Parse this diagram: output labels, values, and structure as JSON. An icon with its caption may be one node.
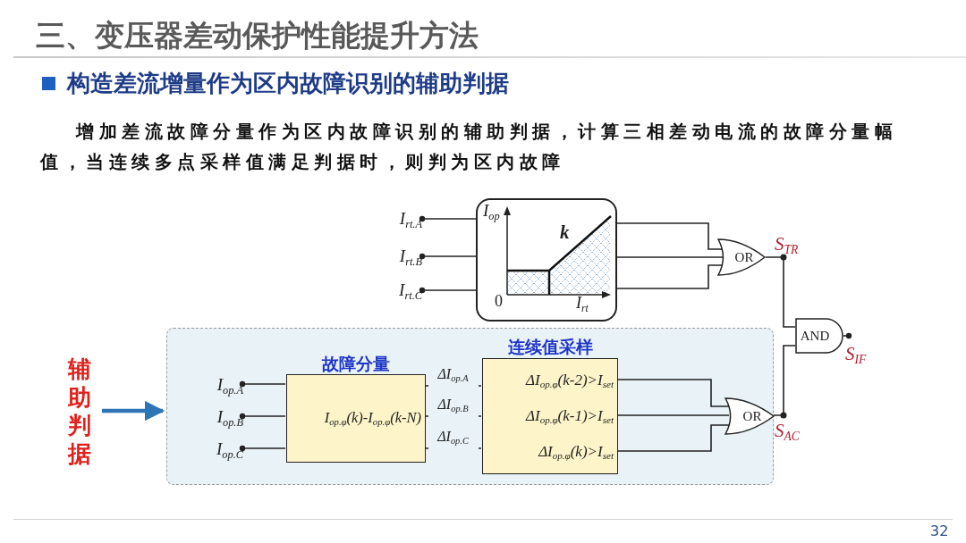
{
  "diagram": {
    "title": "三、变压器差动保护性能提升方法",
    "nodes": [
      {
        "text": [
          "I$_{rt.A}$"
        ]
      },
      {
        "text": [
          "I$_{rt.B}$"
        ]
      },
      {
        "text": [
          "I$_{rt.C}$"
        ]
      },
      {
        "text": [
          "I$_{op}$",
          "k",
          "0",
          "I$_{rt}$"
        ]
      },
      {
        "text": [
          "OR"
        ],
        "beside": [
          "S$_{TR}$"
        ]
      },
      {
        "text": [
          "AND"
        ]
      },
      {
        "text": [
          "S$_{IF}$"
        ]
      },
      {
        "text": [
          "辅助判据"
        ]
      },
      {
        "text": [],
        "shape": "box"
      },
      {
        "text": [
          "I$_{op.A}$"
        ],
        "in": 8
      },
      {
        "text": [
          "I$_{op.B}$"
        ],
        "in": 8
      },
      {
        "text": [
          "I$_{op.C}$"
        ],
        "in": 8
      },
      {
        "text": [
          "故障分量",
          "I$_{op.φ}$(k)-I$_{op.φ}$(k-N)"
        ],
        "in": 8
      },
      {
        "text": [
          "连续值采样",
          "ΔI$_{op.φ}$(k-2)>I$_{set}$",
          "ΔI$_{op.φ}$(k-1)>I$_{set}$",
          "ΔI$_{op.φ}$(k)>I$_{set}$"
        ],
        "in": 8
      },
      {
        "text": [
          "OR"
        ],
        "in": 8,
        "beside": [
          "S$_{AC}$"
        ]
      }
    ],
    "edges": [
      {
        "from": 0,
        "to": 3,
        "arrow": "other"
      },
      {
        "from": 1,
        "to": 3,
        "arrow": "other"
      },
      {
        "from": 2,
        "to": 3,
        "arrow": "other"
      },
      {
        "from": 3,
        "to": 4,
        "arrow": "none"
      },
      {
        "from": 3,
        "to": 4,
        "arrow": "none"
      },
      {
        "from": 3,
        "to": 4,
        "arrow": "none"
      },
      {
        "from": 4,
        "to": 5,
        "arrow": "none"
      },
      {
        "from": 5,
        "to": 6,
        "arrow": "other"
      },
      {
        "from": 7,
        "to": 8,
        "arrow": "to",
        "style": "thick",
        "color": "#2e75b6"
      },
      {
        "from": 9,
        "to": 12,
        "arrow": "other"
      },
      {
        "from": 10,
        "to": 12,
        "arrow": "other"
      },
      {
        "from": 11,
        "to": 12,
        "arrow": "other"
      },
      {
        "from": 12,
        "to": 13,
        "arrow": "none",
        "label": "ΔI$_{op.A}$"
      },
      {
        "from": 12,
        "to": 13,
        "arrow": "none",
        "label": "ΔI$_{op.B}$"
      },
      {
        "from": 12,
        "to": 13,
        "arrow": "none",
        "label": "ΔI$_{op.C}$"
      },
      {
        "from": 13,
        "to": 14,
        "arrow": "none"
      },
      {
        "from": 13,
        "to": 14,
        "arrow": "none"
      },
      {
        "from": 13,
        "to": 14,
        "arrow": "none"
      },
      {
        "from": 14,
        "to": 5,
        "arrow": "none"
      }
    ],
    "labels": [
      "构造差流增量作为区内故障识别的辅助判据",
      "增加差流故障分量作为区内故障识别的辅助判据，计算三相差动电流的故障分量幅值，当连续多点采样值满足判据时，则判为区内故障",
      "32"
    ]
  }
}
